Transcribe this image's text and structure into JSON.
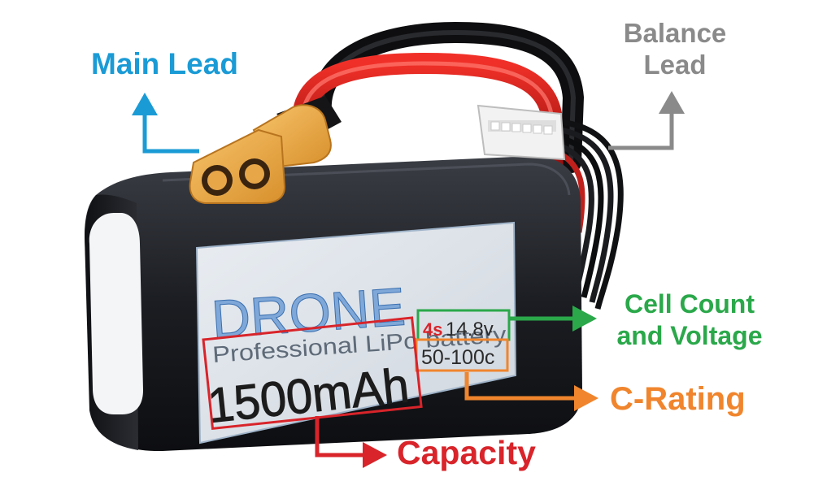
{
  "label_text": {
    "brand": "DRONE",
    "subtitle": "Professional LiPo battery",
    "cells": "4s",
    "voltage": "14.8v",
    "c_rating": "50-100c",
    "capacity": "1500mAh"
  },
  "callouts": {
    "main_lead": "Main Lead",
    "balance_lead_line1": "Balance",
    "balance_lead_line2": "Lead",
    "cell_count_line1": "Cell Count",
    "cell_count_line2": "and Voltage",
    "c_rating": "C-Rating",
    "capacity": "Capacity"
  },
  "colors": {
    "main_lead": "#1a9bd6",
    "balance_lead": "#8a8a8a",
    "cell_count": "#2aa84a",
    "c_rating": "#f0852d",
    "capacity": "#d8242a"
  }
}
